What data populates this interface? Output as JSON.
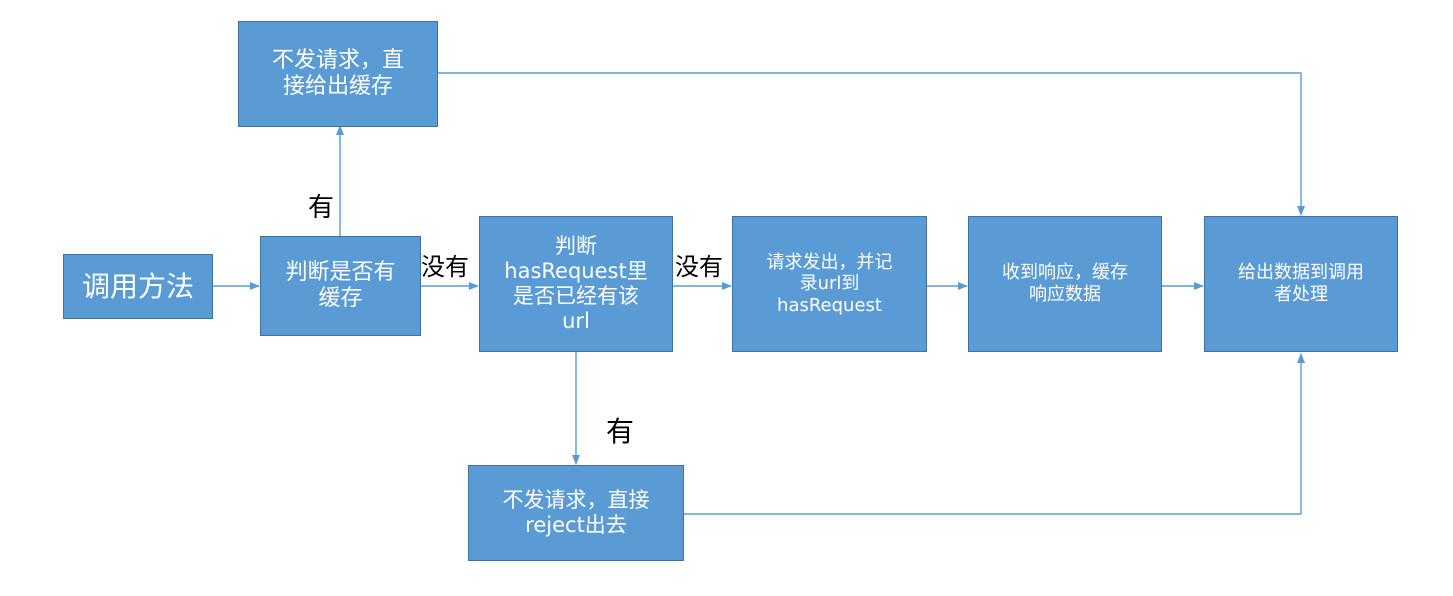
{
  "colors": {
    "box_fill": "#5b9bd5",
    "box_border": "#41719c",
    "connector": "#5b9bd5",
    "box_text": "#ffffff"
  },
  "nodes": {
    "call_method": "调用方法",
    "check_cache": "判断是否有\n缓存",
    "no_request_cache": "不发请求，直\n接给出缓存",
    "check_has_request": "判断\nhasRequest里\n是否已经有该\nurl",
    "send_request": "请求发出，并记\n录url到\nhasRequest",
    "receive_response": "收到响应，缓存\n响应数据",
    "give_data": "给出数据到调用\n者处理",
    "reject": "不发请求，直接\nreject出去"
  },
  "edge_labels": {
    "cache_yes": "有",
    "cache_no": "没有",
    "request_no": "没有",
    "request_yes": "有"
  }
}
